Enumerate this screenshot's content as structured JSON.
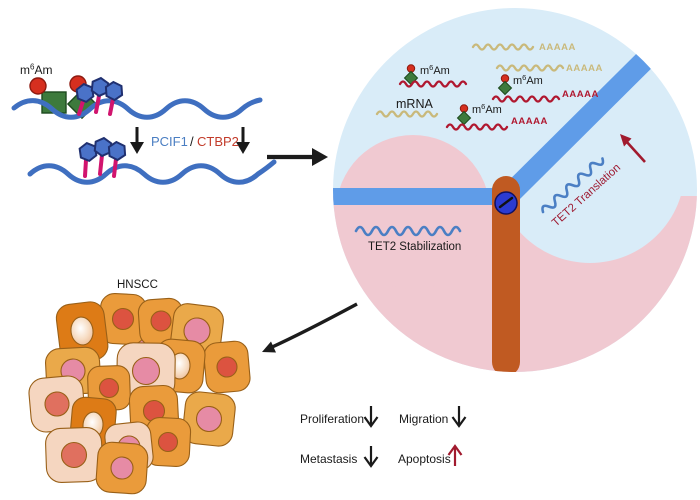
{
  "figure": {
    "left_panel": {
      "m6am": [
        "m",
        "6",
        "Am"
      ],
      "enzymes": {
        "pcif1": "PCIF1",
        "separator": "/",
        "ctbp2": "CTBP2"
      }
    },
    "cell_interior": {
      "mrna_label": "mRNA",
      "m6am_1": [
        "m",
        "6",
        "Am"
      ],
      "m6am_2": [
        "m",
        "6",
        "Am"
      ],
      "m6am_3": [
        "m",
        "6",
        "Am"
      ],
      "polya_1": "AAAAA",
      "polya_2": "AAAAA",
      "polya_3": "AAAAA",
      "polya_4": "AAAAA",
      "tet2_translation": "TET2 Translation",
      "tet2_stabilization": "TET2 Stabilization"
    },
    "tumor": {
      "label": "HNSCC"
    },
    "effects": [
      {
        "label": "Proliferation",
        "direction": "down"
      },
      {
        "label": "Migration",
        "direction": "down"
      },
      {
        "label": "Metastasis",
        "direction": "down"
      },
      {
        "label": "Apoptosis",
        "direction": "up"
      }
    ],
    "colors": {
      "pcif1_blue": "#4a7ec2",
      "ctbp2_red": "#c23b2a",
      "m6am_mrna_red": "#b01830",
      "mrna_tan": "#c9b97b",
      "rna_blue": "#3f6fc0",
      "tet2_wave_blue": "#4b7fc4",
      "tet2_translation_red": "#9e1b32",
      "up_arrow_red": "#a11a2e",
      "down_arrow_black": "#1a1a1a",
      "cytoplasm_light_blue": "#d9ecf8",
      "cell_pink": "#f0c9d1",
      "band_blue": "#5f9ce8",
      "capsule_orange": "#c05a22",
      "knob_blue": "#2b3bd1",
      "hexagon_blue": "#4a72c8",
      "stalk_magenta": "#d1146e",
      "cap_green": "#3d7a3c",
      "cap_red": "#d62f1f"
    }
  }
}
